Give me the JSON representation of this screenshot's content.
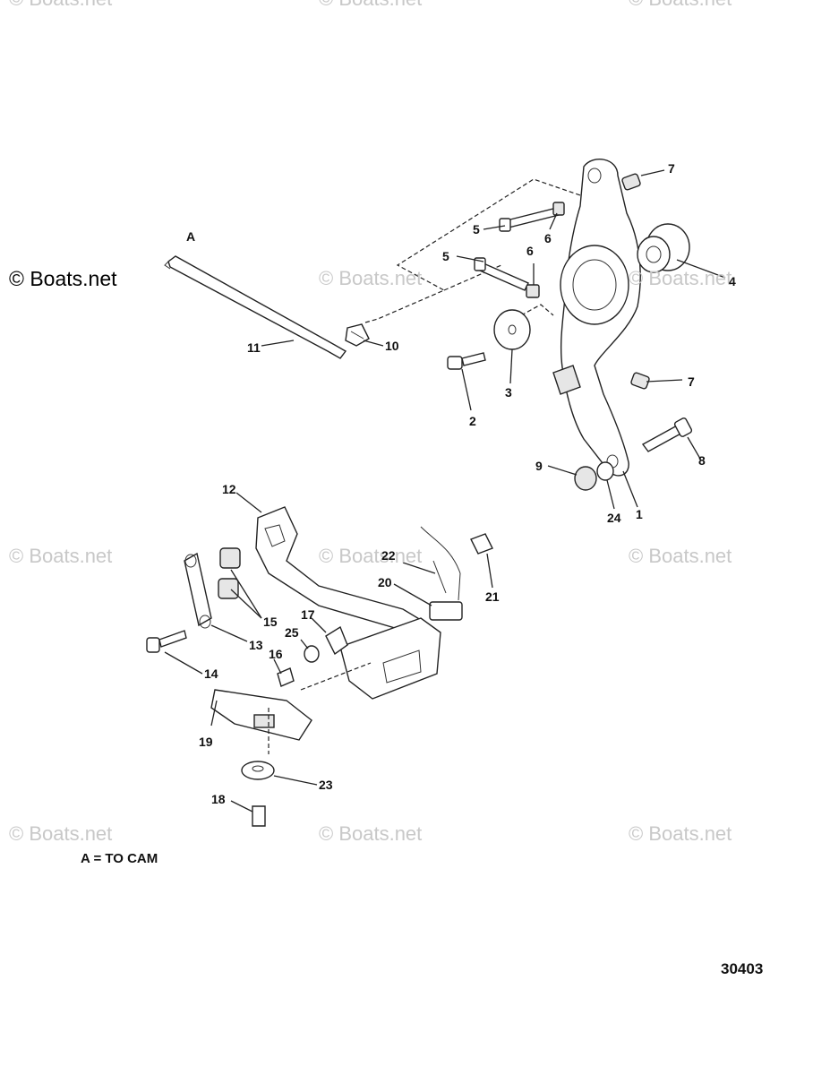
{
  "watermarks": {
    "brand": "© Boats.net",
    "faded": "© Boats.net"
  },
  "callouts": {
    "c1": "1",
    "c2": "2",
    "c3": "3",
    "c4": "4",
    "c5a": "5",
    "c5b": "5",
    "c6a": "6",
    "c6b": "6",
    "c7a": "7",
    "c7b": "7",
    "c8": "8",
    "c9": "9",
    "c10": "10",
    "c11": "11",
    "c12": "12",
    "c13": "13",
    "c14": "14",
    "c15": "15",
    "c16": "16",
    "c17": "17",
    "c18": "18",
    "c19": "19",
    "c20": "20",
    "c21": "21",
    "c22": "22",
    "c23": "23",
    "c24": "24",
    "c25": "25",
    "cA": "A"
  },
  "note": "A = TO CAM",
  "figure_number": "30403"
}
